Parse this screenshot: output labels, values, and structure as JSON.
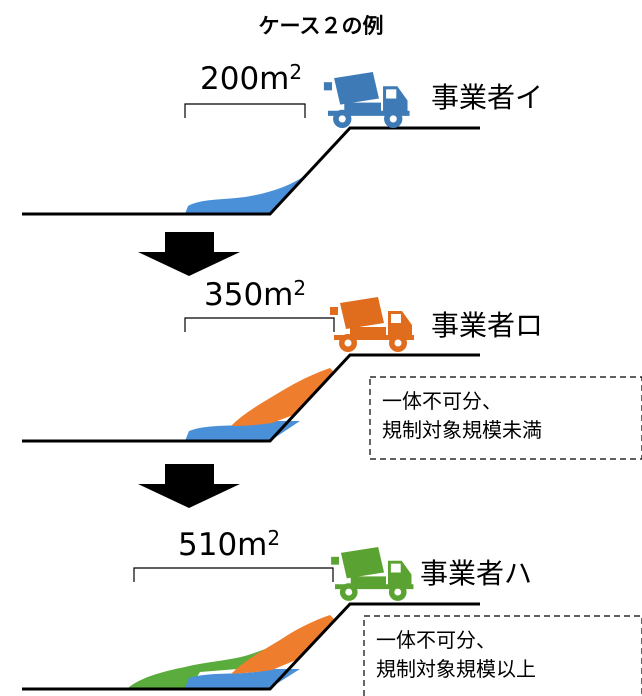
{
  "title": "ケース２の例",
  "stages": [
    {
      "area": "200",
      "unit": "m",
      "exponent": "2",
      "operator": "事業者イ",
      "truck_color": "#3d7ab6"
    },
    {
      "area": "350",
      "unit": "m",
      "exponent": "2",
      "operator": "事業者ロ",
      "truck_color": "#e06c1e",
      "note_lines": [
        "一体不可分、",
        "規制対象規模未満"
      ]
    },
    {
      "area": "510",
      "unit": "m",
      "exponent": "2",
      "operator": "事業者ハ",
      "truck_color": "#5aa332",
      "note_lines": [
        "一体不可分、",
        "規制対象規模以上"
      ]
    }
  ],
  "colors": {
    "fill_blue": "#4a90d9",
    "fill_orange": "#ef7d2e",
    "fill_green": "#5aac3c",
    "arrow": "#000000",
    "ground": "#000000"
  }
}
